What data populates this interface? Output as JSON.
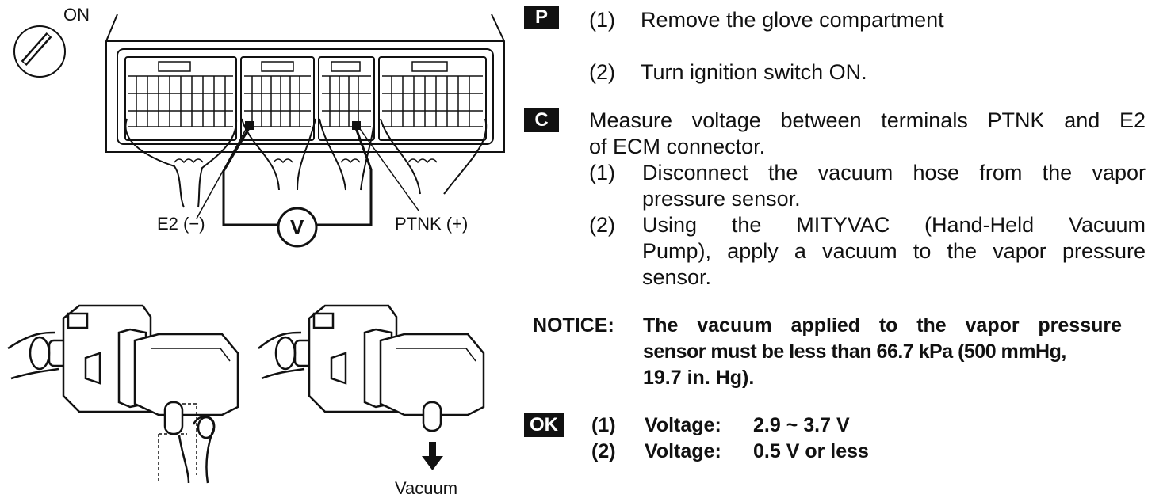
{
  "figure": {
    "on_label": "ON",
    "voltmeter_symbol": "V",
    "e2_label": "E2 (−)",
    "ptnk_label": "PTNK (+)",
    "vacuum_label": "Vacuum"
  },
  "steps": {
    "p_badge": "P",
    "p1_num": "(1)",
    "p1_text": "Remove the glove compartment",
    "p2_num": "(2)",
    "p2_text": "Turn ignition switch ON.",
    "c_badge": "C",
    "c_line1": "Measure voltage between terminals PTNK and E2",
    "c_line2": "of ECM connector.",
    "c1_num": "(1)",
    "c1_line1": "Disconnect the vacuum hose from the vapor",
    "c1_line2": "pressure sensor.",
    "c2_num": "(2)",
    "c2_line1": "Using the MITYVAC (Hand-Held Vacuum",
    "c2_line2": "Pump), apply a vacuum to the vapor pressure",
    "c2_line3": "sensor."
  },
  "notice": {
    "label": "NOTICE:",
    "line1": "The vacuum applied to the vapor pressure",
    "line2": "sensor must be less than 66.7 kPa (500 mmHg,",
    "line3": "19.7 in. Hg)."
  },
  "ok": {
    "badge": "OK",
    "r1_num": "(1)",
    "r1_label": "Voltage:",
    "r1_value": "2.9 ~ 3.7 V",
    "r2_num": "(2)",
    "r2_label": "Voltage:",
    "r2_value": "0.5 V or less"
  }
}
